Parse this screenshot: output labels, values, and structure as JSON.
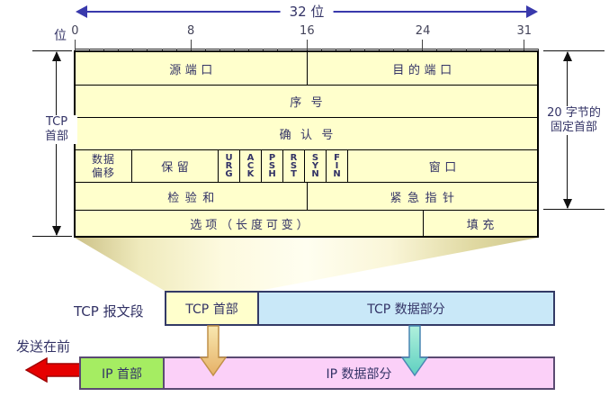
{
  "ruler": {
    "unit_label": "位",
    "span_label": "32 位",
    "tick_labels": [
      {
        "bit": 0,
        "label": "0"
      },
      {
        "bit": 8,
        "label": "8"
      },
      {
        "bit": 16,
        "label": "16"
      },
      {
        "bit": 24,
        "label": "24"
      },
      {
        "bit": 31,
        "label": "31"
      }
    ],
    "total_bits": 32
  },
  "table": {
    "source_port": "源端口",
    "dest_port": "目的端口",
    "seq_no": "序号",
    "ack_no": "确认号",
    "data_offset": "数据偏移",
    "reserved": "保留",
    "flags": [
      "URG",
      "ACK",
      "PSH",
      "RST",
      "SYN",
      "FIN"
    ],
    "window": "窗口",
    "checksum": "检验和",
    "urgent_pointer": "紧急指针",
    "options": "选项（长度可变）",
    "padding": "填充"
  },
  "brackets": {
    "left_line1": "TCP",
    "left_line2": "首部",
    "right_line1": "20 字节的",
    "right_line2": "固定首部"
  },
  "segment_bar": {
    "label": "TCP 报文段",
    "header_label": "TCP 首部",
    "data_label": "TCP 数据部分"
  },
  "ip_bar": {
    "send_direction_label": "发送在前",
    "header_label": "IP 首部",
    "data_label": "IP 数据部分"
  },
  "colors": {
    "table_fill": "#FFFFCC",
    "tcp_data_fill": "#C9E8F8",
    "ip_header_fill": "#A5ED62",
    "ip_data_fill": "#FBD0F8",
    "text": "#333366",
    "span_arrow": "#3939AC",
    "red_arrow": "#E60000",
    "tan_arrow": "#E9B86E",
    "cyan_arrow": "#66D8C8"
  }
}
